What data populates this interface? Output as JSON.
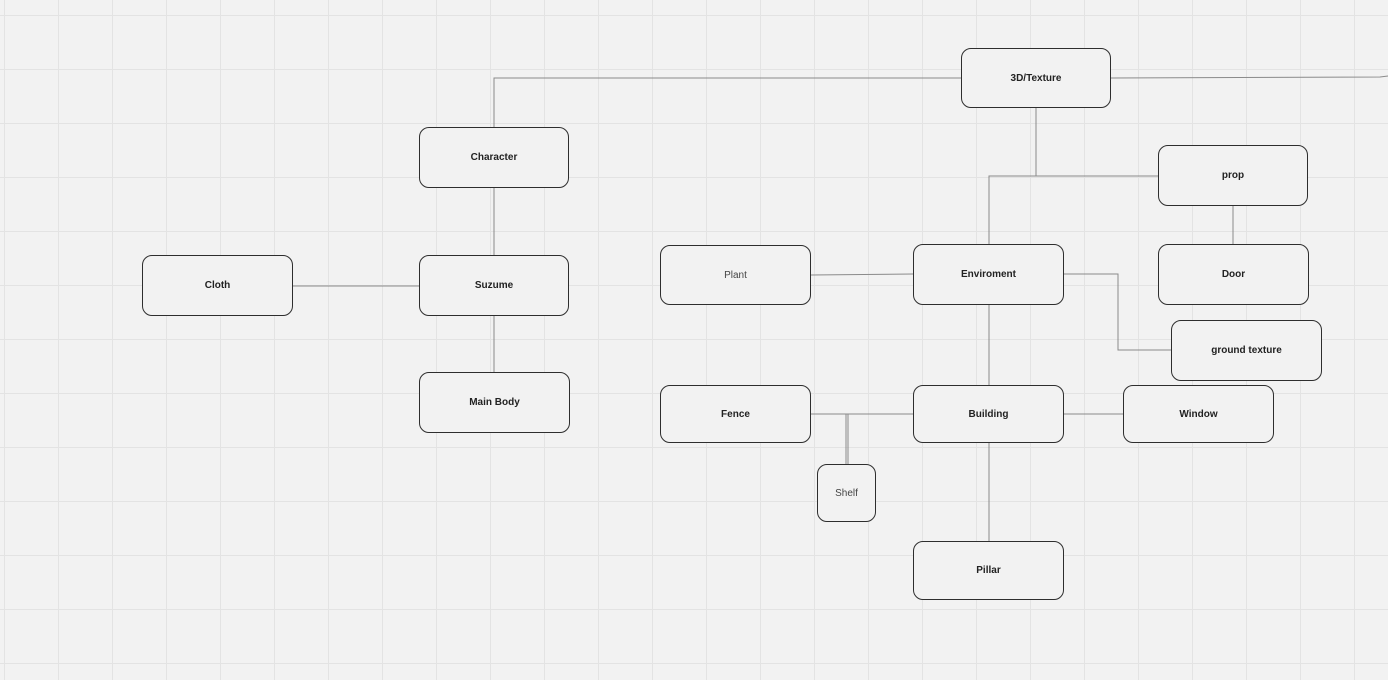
{
  "diagram": {
    "nodes": [
      {
        "id": "texture",
        "label": "3D/Texture"
      },
      {
        "id": "character",
        "label": "Character"
      },
      {
        "id": "prop",
        "label": "prop"
      },
      {
        "id": "cloth",
        "label": "Cloth"
      },
      {
        "id": "suzume",
        "label": "Suzume"
      },
      {
        "id": "plant",
        "label": "Plant"
      },
      {
        "id": "enviroment",
        "label": "Enviroment"
      },
      {
        "id": "door",
        "label": "Door"
      },
      {
        "id": "ground_texture",
        "label": "ground texture"
      },
      {
        "id": "main_body",
        "label": "Main Body"
      },
      {
        "id": "fence",
        "label": "Fence"
      },
      {
        "id": "building",
        "label": "Building"
      },
      {
        "id": "window",
        "label": "Window"
      },
      {
        "id": "shelf",
        "label": "Shelf"
      },
      {
        "id": "pillar",
        "label": "Pillar"
      }
    ],
    "edges": [
      {
        "from": "texture",
        "to": "character"
      },
      {
        "from": "texture",
        "to": "prop"
      },
      {
        "from": "texture",
        "to": "enviroment"
      },
      {
        "from": "character",
        "to": "suzume"
      },
      {
        "from": "suzume",
        "to": "cloth"
      },
      {
        "from": "suzume",
        "to": "main_body"
      },
      {
        "from": "prop",
        "to": "door"
      },
      {
        "from": "enviroment",
        "to": "plant"
      },
      {
        "from": "enviroment",
        "to": "ground_texture"
      },
      {
        "from": "enviroment",
        "to": "building"
      },
      {
        "from": "building",
        "to": "fence"
      },
      {
        "from": "building",
        "to": "window"
      },
      {
        "from": "building",
        "to": "shelf"
      },
      {
        "from": "building",
        "to": "pillar"
      }
    ]
  }
}
